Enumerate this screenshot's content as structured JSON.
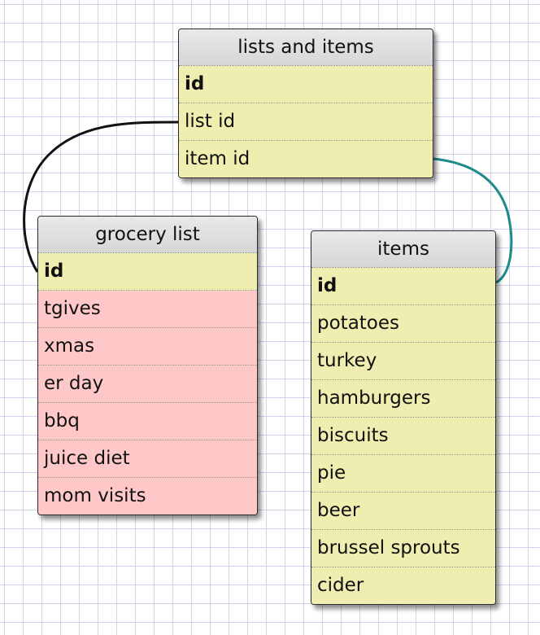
{
  "tables": [
    {
      "id": "lists-and-items",
      "title": "lists and items",
      "key": "id",
      "fields": [
        "list id",
        "item id"
      ]
    },
    {
      "id": "grocery-list",
      "title": "grocery list",
      "key": "id",
      "fields": [
        "tgives",
        "xmas",
        "er day",
        "bbq",
        "juice diet",
        "mom visits"
      ]
    },
    {
      "id": "items",
      "title": "items",
      "key": "id",
      "fields": [
        "potatoes",
        "turkey",
        "hamburgers",
        "biscuits",
        "pie",
        "beer",
        "brussel sprouts",
        "cider"
      ]
    }
  ],
  "relationships": [
    {
      "from": "lists and items.list id",
      "to": "grocery list.id",
      "color": "#111111"
    },
    {
      "from": "lists and items.item id",
      "to": "items.id",
      "color": "#1f8a8a"
    }
  ],
  "colors": {
    "header_bg": "#dedede",
    "key_row_bg": "#efeeb0",
    "field_row_bg_yellow": "#efeeb0",
    "field_row_bg_pink": "#ffc8c8",
    "grid_line": "#d3d3ee"
  }
}
